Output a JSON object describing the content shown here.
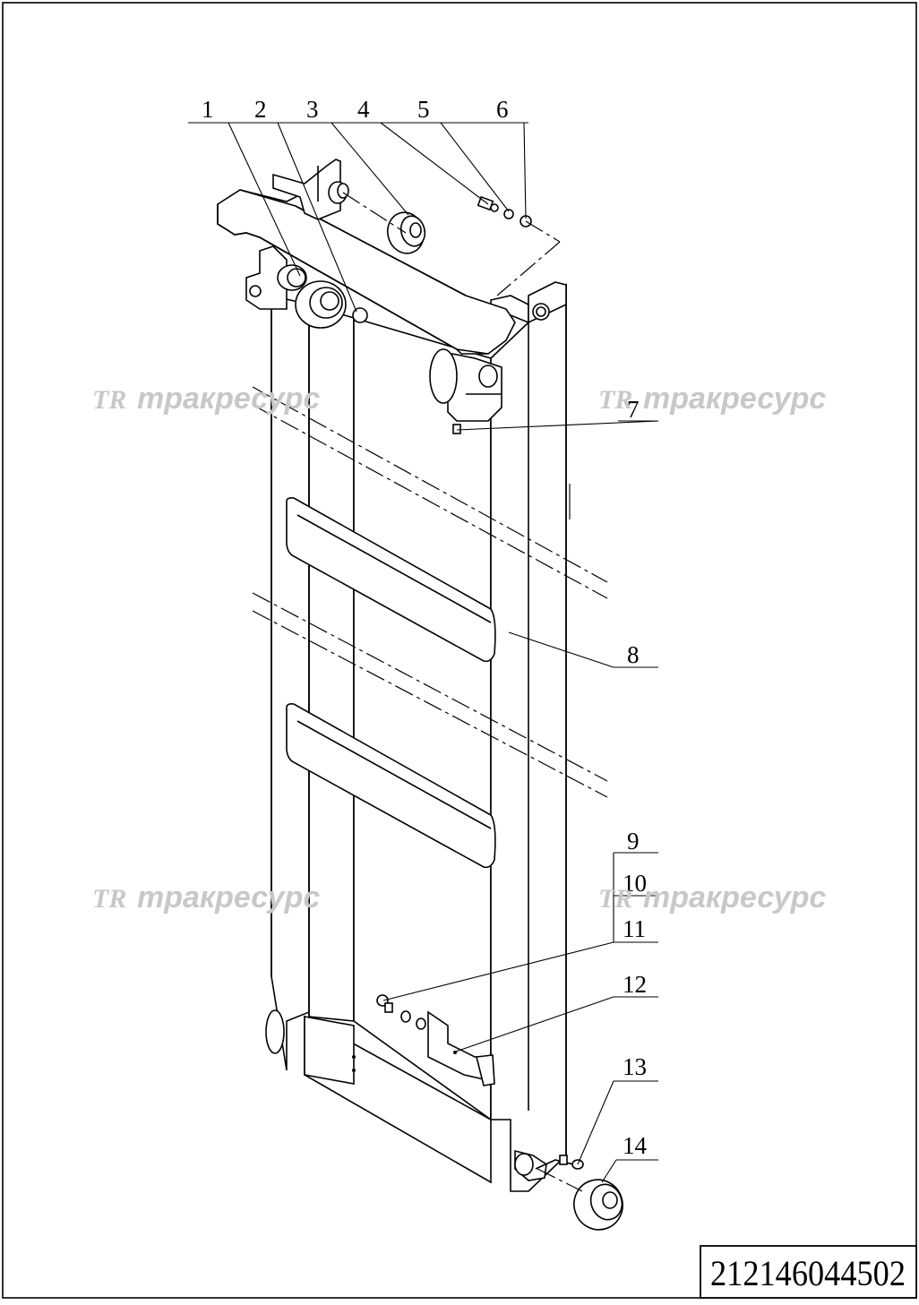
{
  "drawing": {
    "part_number": "212146044502",
    "watermark_logo": "TR",
    "watermark_text": "тракресурс",
    "callouts": [
      "1",
      "2",
      "3",
      "4",
      "5",
      "6",
      "7",
      "8",
      "9",
      "10",
      "11",
      "12",
      "13",
      "14"
    ]
  }
}
